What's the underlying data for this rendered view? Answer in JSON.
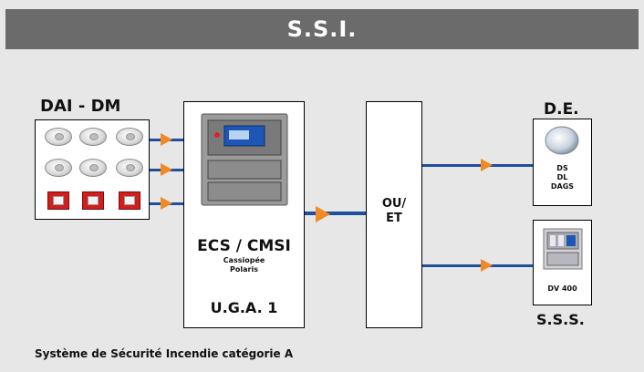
{
  "header": {
    "title": "S.S.I."
  },
  "dai_dm": {
    "title": "DAI - DM"
  },
  "ecs": {
    "title": "ECS / CMSI",
    "sub1": "Cassiopée",
    "sub2": "Polaris",
    "uga": "U.G.A. 1"
  },
  "ou_et": {
    "line1": "OU/",
    "line2": "ET"
  },
  "de": {
    "title": "D.E.",
    "items": [
      "DS",
      "DL",
      "DAGS"
    ]
  },
  "sss": {
    "title": "S.S.S.",
    "device": "DV 400"
  },
  "footer": {
    "caption": "Système de Sécurité Incendie catégorie A"
  },
  "colors": {
    "wire": "#1f4e9c",
    "arrow": "#f08a24",
    "header": "#6b6b6b",
    "callpoint": "#d21d1d"
  },
  "icons": [
    "smoke-detector-icon",
    "manual-call-point-icon",
    "control-panel-icon",
    "door-holder-icon",
    "evacuation-unit-icon"
  ]
}
